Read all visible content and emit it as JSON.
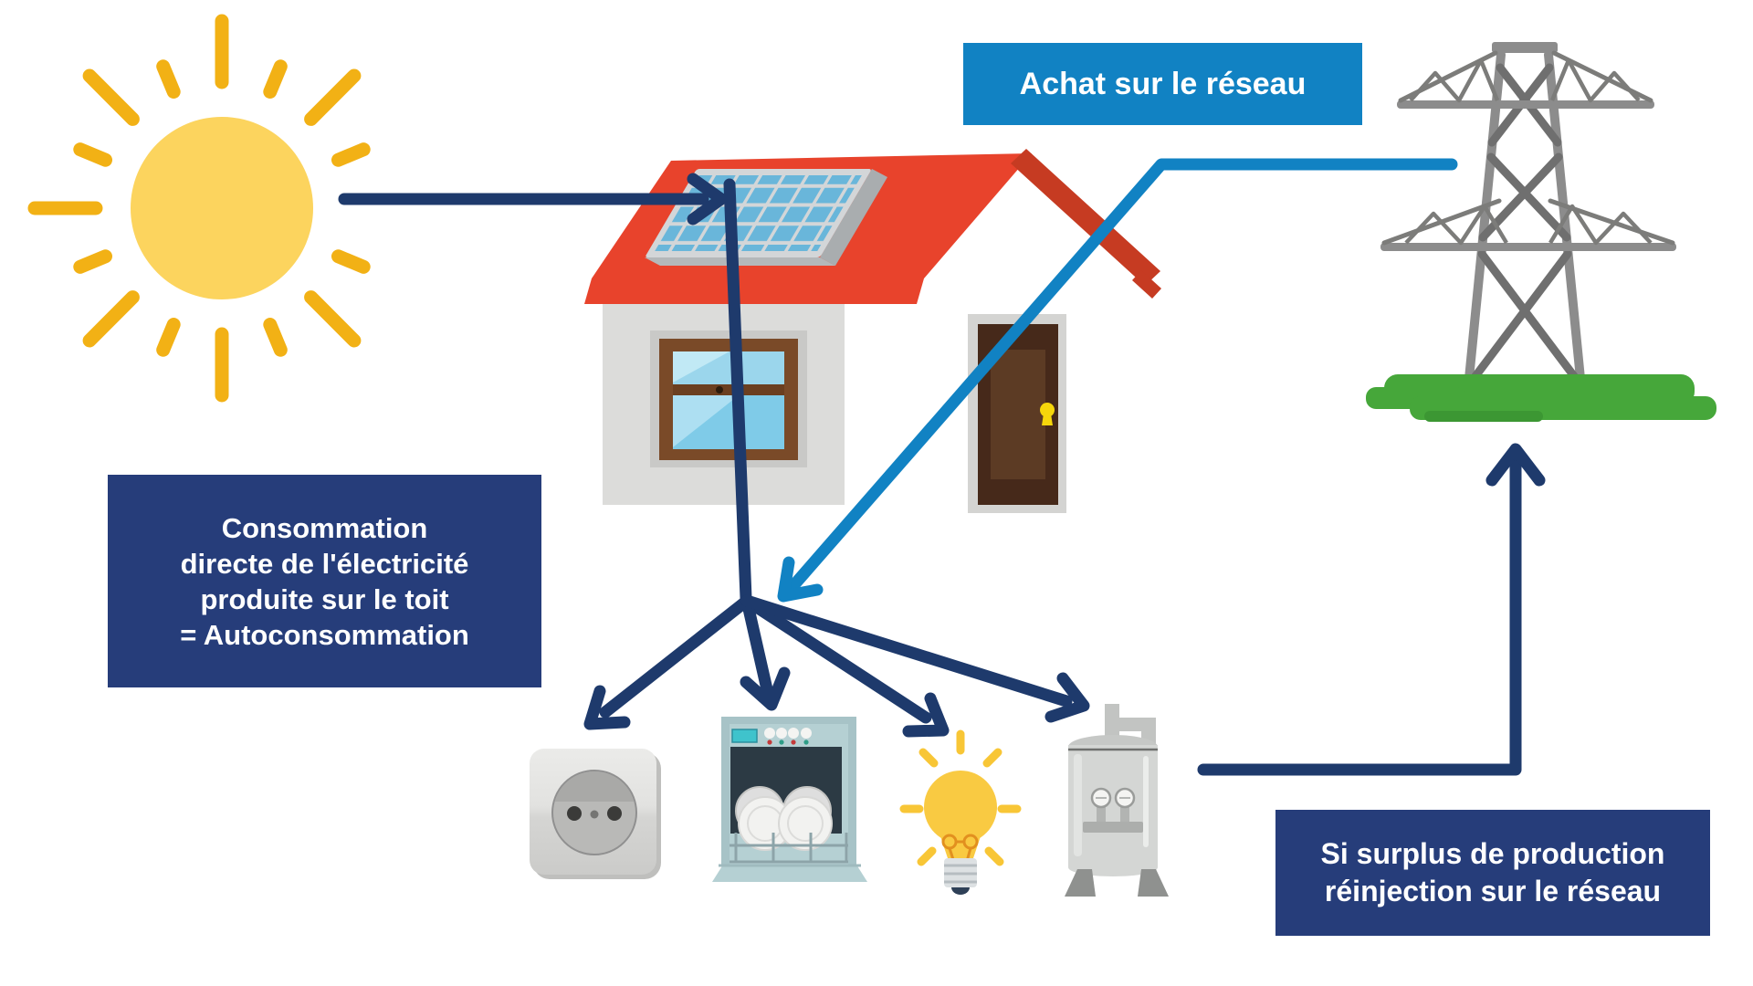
{
  "callouts": {
    "achat": {
      "text": "Achat sur le réseau",
      "bg": "#1182c3"
    },
    "autoconsommation": {
      "line1": "Consommation",
      "line2": "directe de l'électricité",
      "line3": "produite sur le toit",
      "line4": "= Autoconsommation",
      "bg": "#263d7a"
    },
    "surplus": {
      "line1": "Si surplus de production",
      "line2": "réinjection sur le réseau",
      "bg": "#263d7a"
    }
  },
  "colors": {
    "navy_box": "#263d7a",
    "navy_arrow": "#1e3a6c",
    "blue_line": "#1182c3",
    "sun_yellow": "#fcd45e",
    "ray_gold": "#f2b115",
    "roof_red": "#e8432c",
    "roof_dark_red": "#c63b22",
    "panel_cell_blue": "#69b6da",
    "wall_gray": "#dcdcda",
    "grass_green": "#46a73a",
    "pylon_gray": "#8c8c8c"
  },
  "icons": {
    "sun": "sun-icon",
    "solar_panel": "solar-panel-icon",
    "house": "house-icon",
    "pylon": "electricity-pylon-icon",
    "outlet": "power-outlet-icon",
    "dishwasher": "dishwasher-icon",
    "bulb": "light-bulb-icon",
    "water_heater": "water-heater-icon"
  },
  "flows": [
    {
      "from": "sun",
      "to": "solar-panel",
      "color": "navy"
    },
    {
      "from": "solar-panel",
      "to": "distribution-hub",
      "color": "navy"
    },
    {
      "from": "grid-pylon",
      "to": "distribution-hub",
      "color": "blue",
      "label": "Achat sur le réseau"
    },
    {
      "from": "distribution-hub",
      "to": "power-outlet",
      "color": "navy"
    },
    {
      "from": "distribution-hub",
      "to": "dishwasher",
      "color": "navy"
    },
    {
      "from": "distribution-hub",
      "to": "light-bulb",
      "color": "navy"
    },
    {
      "from": "distribution-hub",
      "to": "water-heater",
      "color": "navy"
    },
    {
      "from": "water-heater",
      "to": "grid-pylon",
      "color": "navy",
      "label": "Si surplus de production réinjection sur le réseau"
    }
  ]
}
